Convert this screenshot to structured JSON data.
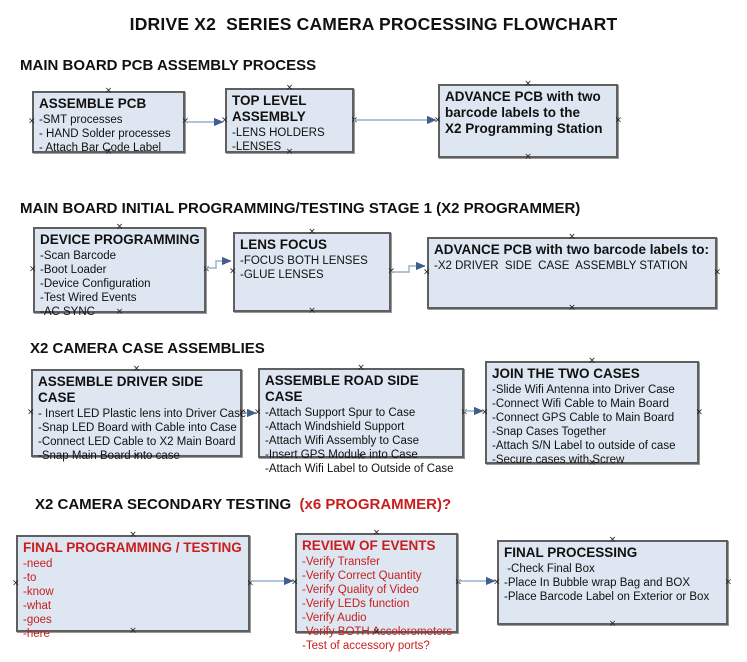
{
  "title": "IDRIVE X2  SERIES CAMERA PROCESSING FLOWCHART",
  "icons": {
    "connection_handle": "×",
    "arrowhead": "right-arrowhead"
  },
  "colors": {
    "box_fill": "#dde6f1",
    "box_border": "#5f5f5f",
    "red": "#c81e1e",
    "ink": "#111111",
    "connector_line": "#9ab0cc",
    "connector_head": "#3f5f8f"
  },
  "sections": [
    {
      "header": "MAIN BOARD PCB ASSEMBLY PROCESS",
      "header_red": "",
      "boxes": [
        {
          "title": "ASSEMBLE PCB",
          "items": [
            "-SMT processes",
            "- HAND Solder processes",
            "- Attach Bar Code Label"
          ]
        },
        {
          "title": "TOP LEVEL ASSEMBLY",
          "items": [
            "-LENS HOLDERS",
            "-LENSES"
          ]
        },
        {
          "title": "ADVANCE PCB with two\nbarcode labels to the\n X2 Programming Station",
          "items": []
        }
      ]
    },
    {
      "header": "MAIN BOARD INITIAL PROGRAMMING/TESTING STAGE 1 (X2 PROGRAMMER)",
      "header_red": "",
      "boxes": [
        {
          "title": "DEVICE PROGRAMMING",
          "items": [
            "-Scan Barcode",
            "-Boot Loader",
            "-Device Configuration",
            "-Test Wired Events",
            "-AC SYNC"
          ]
        },
        {
          "title": "LENS FOCUS",
          "items": [
            "-FOCUS BOTH LENSES",
            "-GLUE LENSES"
          ]
        },
        {
          "title": "ADVANCE PCB with two barcode labels to:",
          "items": [
            "-X2 DRIVER  SIDE  CASE  ASSEMBLY STATION"
          ]
        }
      ]
    },
    {
      "header": "X2 CAMERA CASE ASSEMBLIES",
      "header_red": "",
      "boxes": [
        {
          "title": "ASSEMBLE DRIVER SIDE CASE",
          "items": [
            "- Insert LED Plastic lens into Driver Case",
            "-Snap LED Board with Cable into Case",
            "-Connect LED Cable to X2 Main Board",
            "-Snap Main Board into case"
          ]
        },
        {
          "title": "ASSEMBLE ROAD SIDE CASE",
          "items": [
            "-Attach Support Spur to Case",
            "-Attach Windshield Support",
            "-Attach Wifi Assembly to Case",
            "-Insert GPS Module into Case",
            "-Attach Wifi Label to Outside of Case"
          ]
        },
        {
          "title": "JOIN THE TWO CASES",
          "items": [
            "-Slide Wifi Antenna into Driver Case",
            "-Connect Wifi Cable to Main Board",
            "-Connect GPS Cable to Main Board",
            "-Snap Cases Together",
            "-Attach S/N Label to outside of case",
            "-Secure cases with Screw"
          ]
        }
      ]
    },
    {
      "header": "X2 CAMERA SECONDARY TESTING ",
      "header_red": " (x6 PROGRAMMER)?",
      "boxes": [
        {
          "title": "FINAL PROGRAMMING / TESTING",
          "items": [
            "-need",
            "-to",
            "-know",
            "-what",
            "-goes",
            "-here"
          ]
        },
        {
          "title": "REVIEW OF EVENTS",
          "items": [
            "-Verify Transfer",
            "-Verify Correct Quantity",
            "-Verify Quality of Video",
            "-Verify LEDs function",
            "-Verify Audio",
            "-Verify BOTH Accelerometers",
            "-Test of accessory ports?"
          ]
        },
        {
          "title": "FINAL PROCESSING",
          "items": [
            " -Check Final Box",
            "-Place In Bubble wrap Bag and BOX",
            "-Place Barcode Label on Exterior or Box"
          ]
        }
      ]
    }
  ]
}
